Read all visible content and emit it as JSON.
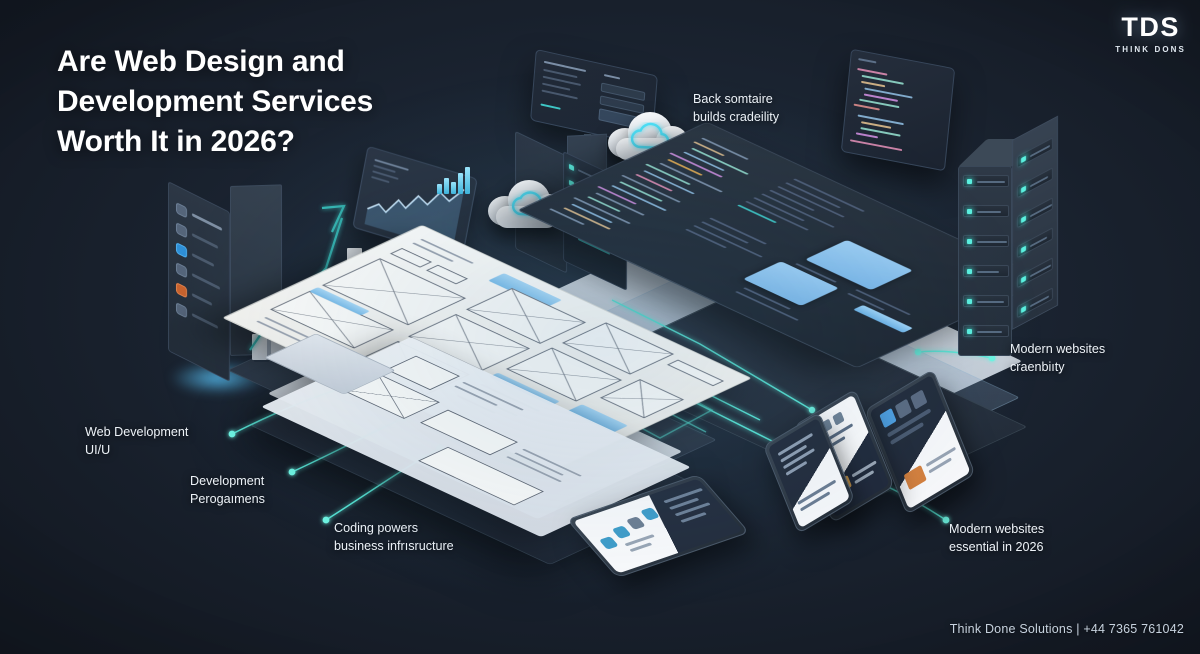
{
  "brand": {
    "logo_mark": "TDS",
    "logo_sub": "THINK DONS"
  },
  "headline": {
    "line1": "Are Web Design and",
    "line2": "Development Services",
    "line3": "Worth It in 2026?"
  },
  "footer": {
    "text": "Think Done Solutions | +44 7365 761042"
  },
  "callouts": [
    {
      "id": "backend",
      "line1": "Back somtaire",
      "line2": "builds cradeility"
    },
    {
      "id": "webdev",
      "line1": "Web Development",
      "line2": "UI/U"
    },
    {
      "id": "devprog",
      "line1": "Development",
      "line2": "Perogaımens"
    },
    {
      "id": "coding",
      "line1": "Coding powers",
      "line2": "business infrısructure"
    },
    {
      "id": "modern1",
      "line1": "Modern websites",
      "line2": "craenbiıty"
    },
    {
      "id": "modern2",
      "line1": "Modern websites",
      "line2": "essential in 2026"
    }
  ],
  "colors": {
    "background": "#151b25",
    "accent_cyan": "#5ff0e0",
    "accent_blue": "#7cbde9",
    "text_primary": "#ffffff",
    "text_muted": "#c7d2de"
  },
  "scene": {
    "bar_chart_values": [
      26,
      42,
      58,
      74,
      90,
      112
    ],
    "rack_bays": 6,
    "tower_rows": 6,
    "device_count": 4,
    "cloud_count": 2
  }
}
